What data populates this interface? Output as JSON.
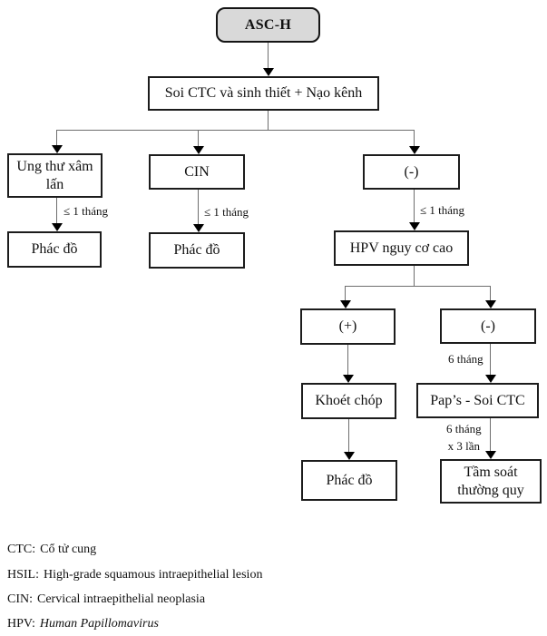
{
  "flowchart": {
    "nodes": {
      "asch": "ASC-H",
      "soi_ctc": "Soi CTC và sinh thiết + Nạo kênh",
      "ung_thu": "Ung thư xâm lấn",
      "cin": "CIN",
      "neg1": "(-)",
      "phac_do_1": "Phác đồ",
      "phac_do_2": "Phác đồ",
      "hpv": "HPV nguy cơ cao",
      "pos": "(+)",
      "neg2": "(-)",
      "khoet_chop": "Khoét chóp",
      "paps": "Pap’s - Soi CTC",
      "phac_do_3": "Phác đồ",
      "tam_soat": "Tầm soát thường quy"
    },
    "edge_labels": {
      "left": "≤ 1 tháng",
      "middle": "≤ 1 tháng",
      "right": "≤ 1 tháng",
      "neg_6_thang": "6 tháng",
      "paps_line1": "6 tháng",
      "paps_line2": "x 3 lần"
    }
  },
  "legend": {
    "items": [
      {
        "abbr": "CTC:",
        "definition": "Cổ tử cung",
        "italic": false
      },
      {
        "abbr": "HSIL:",
        "definition": "High-grade squamous intraepithelial lesion",
        "italic": false
      },
      {
        "abbr": "CIN:",
        "definition": "Cervical intraepithelial neoplasia",
        "italic": false
      },
      {
        "abbr": "HPV:",
        "definition": "Human Papillomavirus",
        "italic": true
      }
    ]
  },
  "colors": {
    "start_fill": "#d9d9d9",
    "box_border": "#1c1c1c",
    "connector": "#6e6e6e",
    "arrowhead": "#000000",
    "background": "#ffffff"
  }
}
